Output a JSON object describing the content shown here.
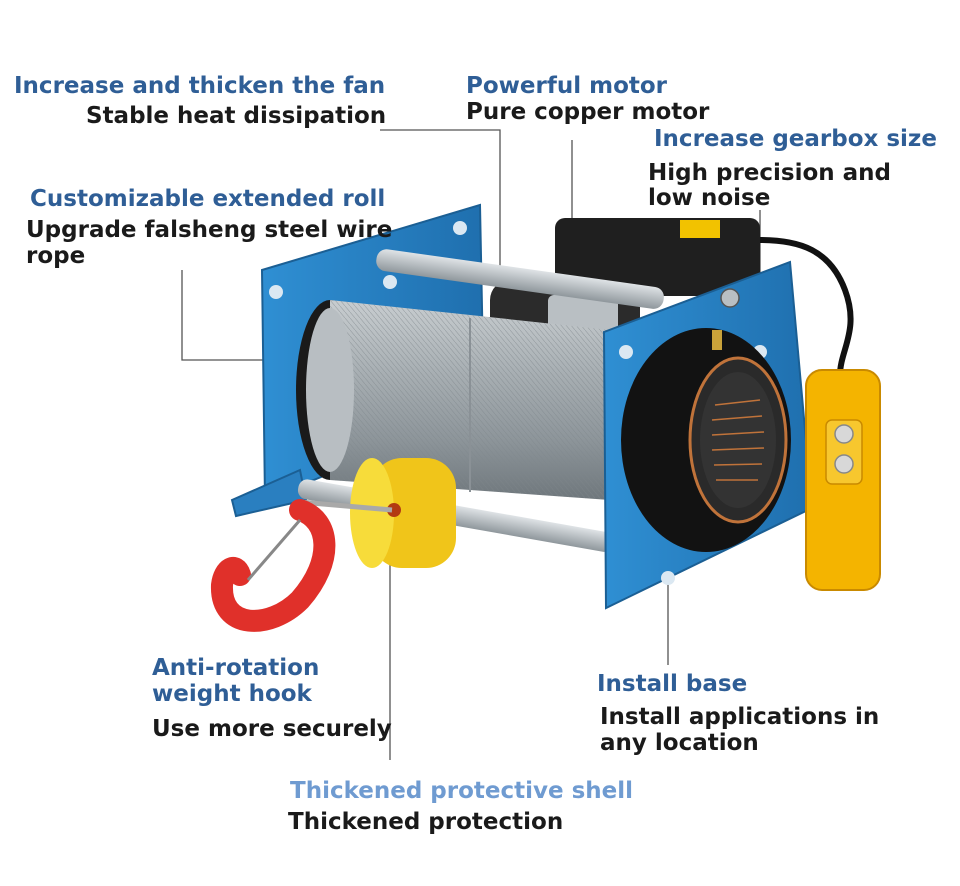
{
  "callouts": {
    "fan": {
      "title": "Increase and thicken the fan",
      "desc": "Stable heat dissipation"
    },
    "motor": {
      "title": "Powerful motor",
      "desc": "Pure copper motor"
    },
    "gearbox": {
      "title": "Increase gearbox size",
      "desc_line1": "High precision and",
      "desc_line2": "low noise"
    },
    "roll": {
      "title": "Customizable extended roll",
      "desc_line1": "Upgrade falsheng steel wire",
      "desc_line2": "rope"
    },
    "hook": {
      "title_line1": "Anti-rotation",
      "title_line2": "weight hook",
      "desc": "Use more securely"
    },
    "base": {
      "title": "Install base",
      "desc_line1": "Install applications in",
      "desc_line2": "any location"
    },
    "shell": {
      "title": "Thickened protective shell",
      "desc": "Thickened protection"
    }
  },
  "colors": {
    "frame_blue": "#2c7fc0",
    "drum_gray": "#9aa3a8",
    "hook_red": "#e0302a",
    "weight_yellow": "#f5d21c",
    "controller_yellow": "#f4b400",
    "heading_blue": "#2f5e96",
    "heading_light_blue": "#6f9bd1"
  }
}
